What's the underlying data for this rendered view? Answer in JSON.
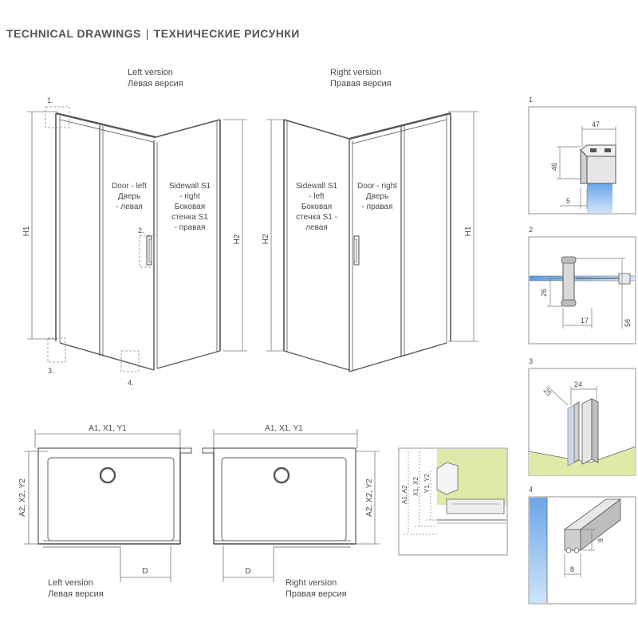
{
  "header": {
    "left": "TECHNICAL DRAWINGS",
    "sep": "|",
    "right": "ТЕХНИЧЕСКИЕ РИСУНКИ"
  },
  "top_left": {
    "title_en": "Left version",
    "title_ru": "Левая версия",
    "door": [
      "Door - left",
      "Дверь",
      "- левая"
    ],
    "sidewall": [
      "Sidewall S1",
      "- right",
      "Боковая",
      "стенка S1",
      "- правая"
    ],
    "h1": "H1",
    "h2": "H2",
    "callouts": [
      "1.",
      "2.",
      "3.",
      "4."
    ]
  },
  "top_right": {
    "title_en": "Right version",
    "title_ru": "Правая версия",
    "sidewall": [
      "Sidewall S1",
      "- left",
      "Боковая",
      "стенка S1 -",
      "левая"
    ],
    "door": [
      "Door - right",
      "Дверь",
      "- правая"
    ],
    "h1": "H1",
    "h2": "H2"
  },
  "plans": {
    "width_label": "A1, X1, Y1",
    "depth_label": "A2, X2, Y2",
    "door_label": "D",
    "left_en": "Left version",
    "left_ru": "Левая версия",
    "right_en": "Right version",
    "right_ru": "Правая версия"
  },
  "corner_detail": {
    "labels": [
      "A1, A2",
      "X1, X2",
      "Y1, Y2"
    ]
  },
  "details": [
    {
      "num": "1",
      "dims": [
        "47",
        "46",
        "5"
      ]
    },
    {
      "num": "2",
      "dims": [
        "26",
        "17",
        "58"
      ]
    },
    {
      "num": "3",
      "dims": [
        "25",
        "24"
      ]
    },
    {
      "num": "4",
      "dims": [
        "8",
        "8"
      ]
    }
  ]
}
